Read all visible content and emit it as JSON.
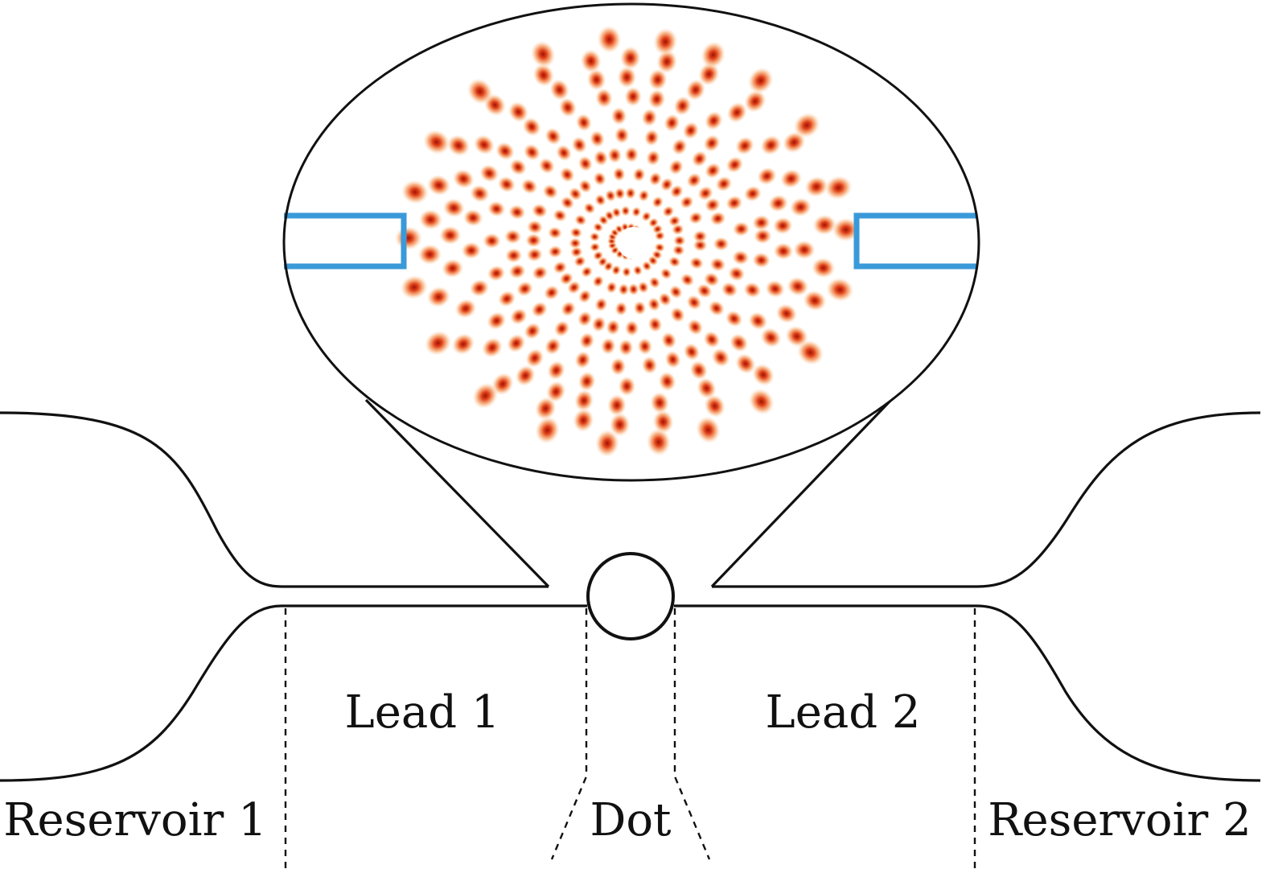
{
  "labels": {
    "lead_1": "Lead 1",
    "lead_2": "Lead 2",
    "reservoir_1": "Reservoir 1",
    "reservoir_2": "Reservoir 2",
    "dot": "Dot"
  },
  "colors": {
    "outline": "#111111",
    "lead_box": "#3a9ad9",
    "density_light": "#f7b27a",
    "density_mid": "#ee5a1c",
    "density_dark": "#9e1208",
    "background": "#ffffff"
  }
}
